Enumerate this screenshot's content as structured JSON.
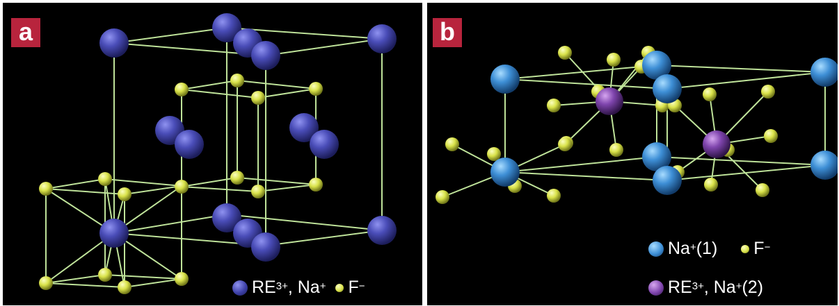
{
  "colors": {
    "background": "#000000",
    "bond": "#bfe39a",
    "re_na": "#3e41a8",
    "na1": "#2f7fc9",
    "re_na2": "#7a3fa6",
    "fluoride": "#d9e24a",
    "tag_bg": "#b8243d"
  },
  "panel_a": {
    "tag": "a",
    "legend": {
      "re": "RE",
      "re_sup": "3+",
      "sep": ",",
      "na": "Na",
      "na_sup": "+",
      "f": "F",
      "f_sup": "−"
    }
  },
  "panel_b": {
    "tag": "b",
    "legend": {
      "na1_a": "Na",
      "na1_sup": "+",
      "na1_b": "(1)",
      "f": "F",
      "f_sup": "−",
      "re": "RE",
      "re_sup": "3+",
      "sep": ",",
      "na2_a": "Na",
      "na2_sup": "+",
      "na2_b": "(2)"
    }
  }
}
